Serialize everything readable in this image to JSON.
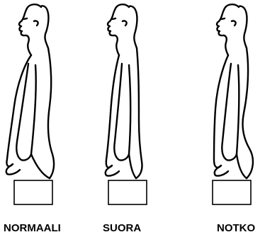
{
  "figures": [
    {
      "label": "NORMAALI"
    },
    {
      "label": "SUORA"
    },
    {
      "label": "NOTKO"
    }
  ]
}
